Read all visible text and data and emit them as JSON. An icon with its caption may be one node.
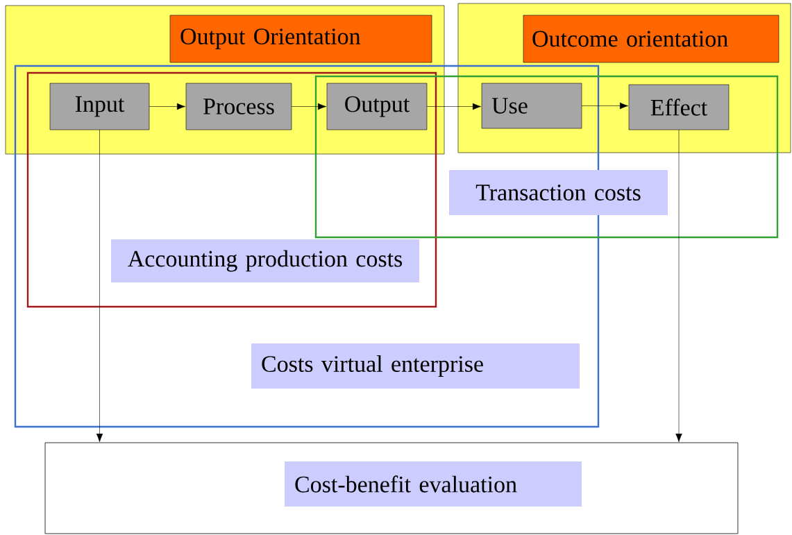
{
  "diagram": {
    "nodes": [
      {
        "text": [],
        "shape": "box"
      },
      {
        "text": [
          "Output Orientation"
        ],
        "in": 0
      },
      {
        "text": [],
        "shape": "box"
      },
      {
        "text": [
          "Outcome orientation"
        ],
        "in": 2
      },
      {
        "text": [],
        "shape": "box"
      },
      {
        "text": [],
        "shape": "box",
        "in": 4
      },
      {
        "text": [],
        "shape": "box"
      },
      {
        "text": [
          "Input"
        ]
      },
      {
        "text": [
          "Process"
        ]
      },
      {
        "text": [
          "Output"
        ]
      },
      {
        "text": [
          "Use"
        ]
      },
      {
        "text": [
          "Effect"
        ]
      },
      {
        "text": [
          "Transaction costs"
        ],
        "in": 6
      },
      {
        "text": [
          "Accounting production costs"
        ],
        "in": 5
      },
      {
        "text": [
          "Costs virtual enterprise"
        ],
        "in": 4
      },
      {
        "text": [],
        "shape": "box"
      },
      {
        "text": [
          "Cost-benefit evaluation"
        ],
        "in": 15
      }
    ],
    "edges": [
      {
        "from": 7,
        "to": 8,
        "arrow": "to"
      },
      {
        "from": 8,
        "to": 9,
        "arrow": "to"
      },
      {
        "from": 9,
        "to": 10,
        "arrow": "to"
      },
      {
        "from": 10,
        "to": 11,
        "arrow": "to"
      },
      {
        "from": 7,
        "to": 15,
        "arrow": "to"
      },
      {
        "from": 11,
        "to": 15,
        "arrow": "to"
      }
    ]
  }
}
